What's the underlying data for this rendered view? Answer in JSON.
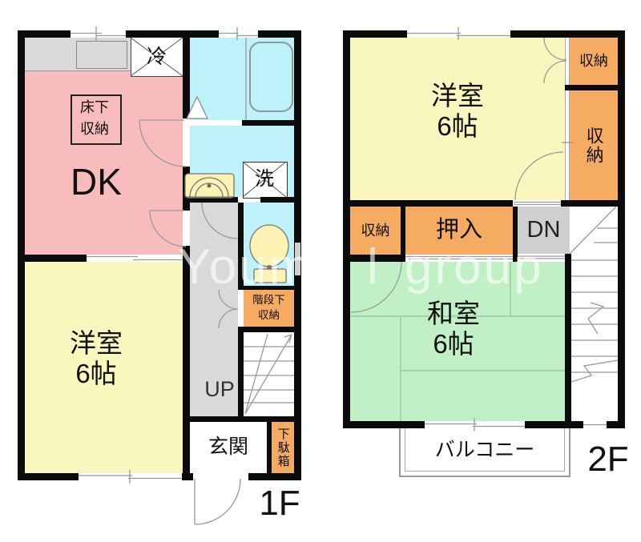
{
  "watermark": "Youme l group",
  "floor1": {
    "label": "1F",
    "dk": "DK",
    "yoshitsu_line1": "洋室",
    "yoshitsu_line2": "6帖",
    "yukashita_line1": "床下",
    "yukashita_line2": "収納",
    "fridge": "冷",
    "laundry": "洗",
    "kaidanshita_line1": "階段下",
    "kaidanshita_line2": "収納",
    "up": "UP",
    "genkan": "玄関",
    "getabako": "下駄箱"
  },
  "floor2": {
    "label": "2F",
    "yoshitsu_line1": "洋室",
    "yoshitsu_line2": "6帖",
    "shunou_top": "収納",
    "shunou_right": "収納",
    "shunou_left": "収納",
    "oshiire": "押入",
    "dn": "DN",
    "washitsu_line1": "和室",
    "washitsu_line2": "6帖",
    "balcony": "バルコニー"
  },
  "colors": {
    "dk_pink": "#F8BCBC",
    "room_yellow": "#FAF7BE",
    "wet_cyan": "#BFF1FB",
    "tatami_green": "#C2F0C6",
    "storage_orange": "#F5AB62",
    "hall_gray": "#D9D9D9",
    "fixture_yellow": "#FBF2B4",
    "wall_black": "#0B0B0B"
  }
}
